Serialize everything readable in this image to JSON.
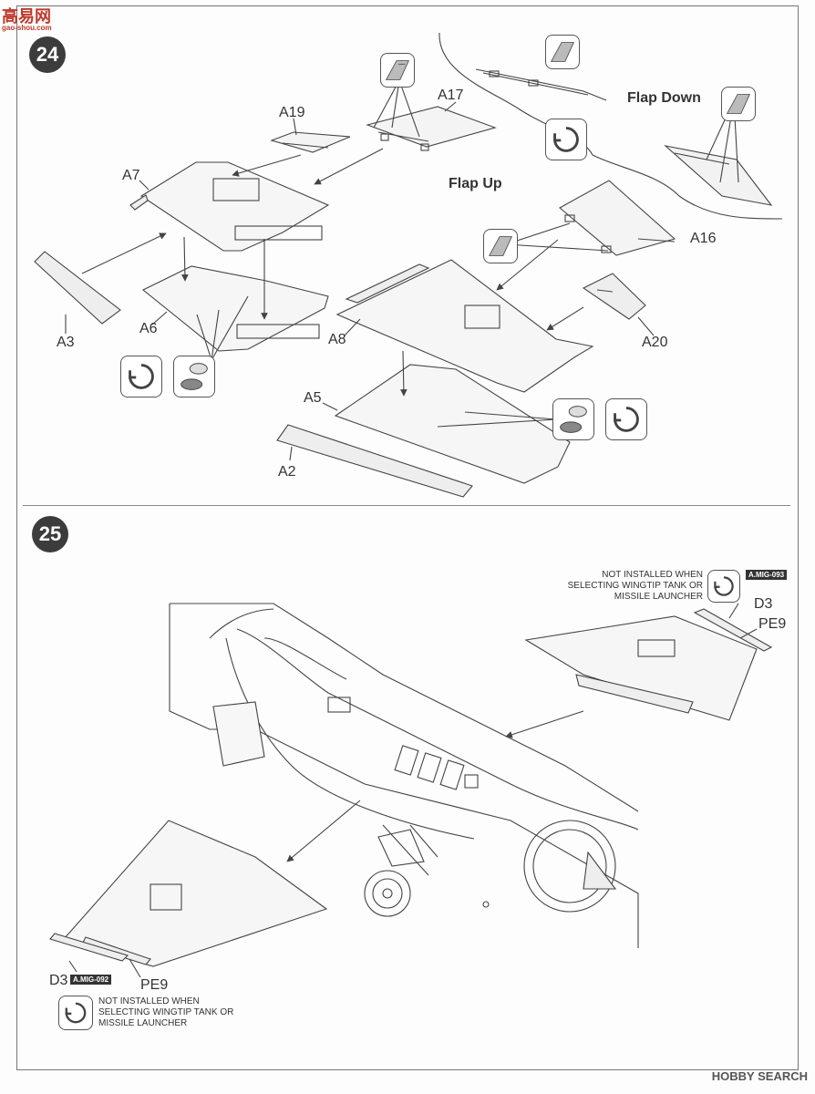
{
  "watermark": {
    "logo": "高易网",
    "url": "gao-shou.com"
  },
  "brand": "HOBBY SEARCH",
  "step24": {
    "number": "24",
    "flap_up": "Flap Up",
    "flap_down": "Flap Down",
    "parts": {
      "A19": "A19",
      "A17": "A17",
      "A7": "A7",
      "A3": "A3",
      "A6": "A6",
      "A16": "A16",
      "A20": "A20",
      "A8": "A8",
      "A5": "A5",
      "A2": "A2"
    }
  },
  "step25": {
    "number": "25",
    "note_right": "NOT INSTALLED WHEN SELECTING WINGTIP TANK OR MISSILE LAUNCHER",
    "note_left": "NOT INSTALLED WHEN SELECTING WINGTIP TANK OR MISSILE LAUNCHER",
    "tag_right": "A.MIG-093",
    "tag_left": "A.MIG-092",
    "parts": {
      "D3_right": "D3",
      "PE9_right": "PE9",
      "D3_left": "D3",
      "PE9_left": "PE9"
    }
  }
}
